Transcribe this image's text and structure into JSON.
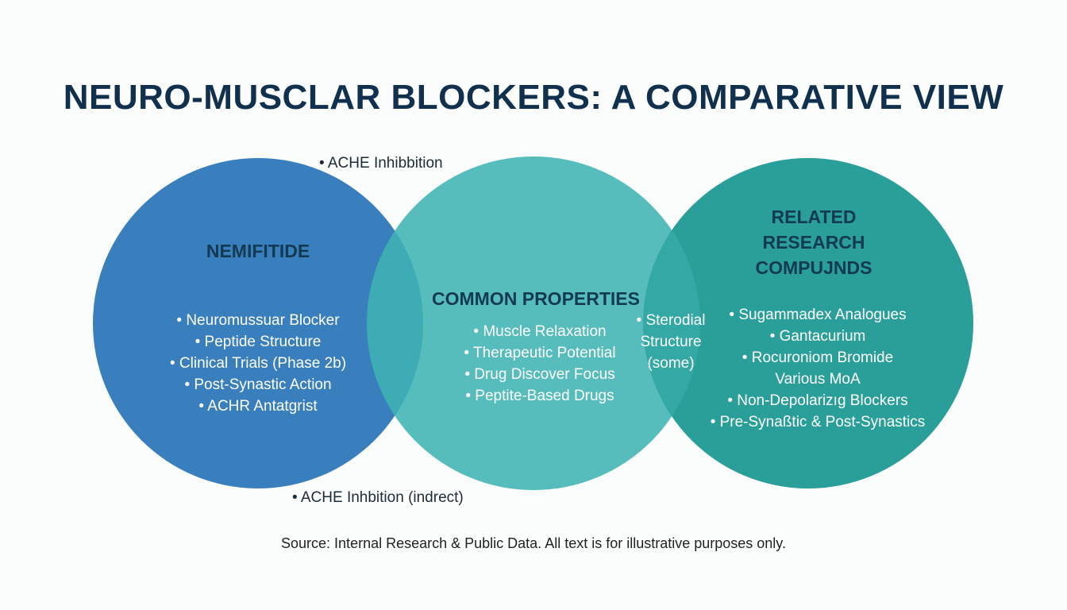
{
  "title": "NEURO-MUSCLAR BLOCKERS: A COMPARATIVE VIEW",
  "circles": {
    "left": {
      "heading": "NEMIFITIDE",
      "color": "#3a7fbd",
      "items": [
        "• Neuromussuar Blocker",
        "• Peptide Structure",
        "• Clinical Trials (Phase 2b)",
        "• Post-Synastic Action",
        "• ACHR Antatgrist"
      ]
    },
    "middle": {
      "heading": "COMMON PROPERTIES",
      "color": "#3fb3b3",
      "items": [
        "• Muscle Relaxation",
        "• Therapeutic Potential",
        "• Drug Discover Focus",
        "• Peptite-Based Drugs"
      ]
    },
    "right": {
      "heading_lines": [
        "RELATED",
        "RESEARCH",
        "COMPUJNDS"
      ],
      "color": "#2a9f99",
      "items": [
        "• Sugammadex Analogues",
        "• Gantacurium",
        "• Rocuroniom Bromide",
        "Various MoA",
        "• Non-Depolarizıg Blockers",
        "• Pre-Synaßtic & Post-Synastics"
      ]
    }
  },
  "overlap_right": [
    "• Sterodial",
    "Structure",
    "(some)"
  ],
  "annotations": {
    "top": "• ACHE Inhibbition",
    "bottom": "• ACHE Inhbition (indrect)"
  },
  "source": "Source: Internal Research & Public Data. All text is for illustrative purposes only."
}
